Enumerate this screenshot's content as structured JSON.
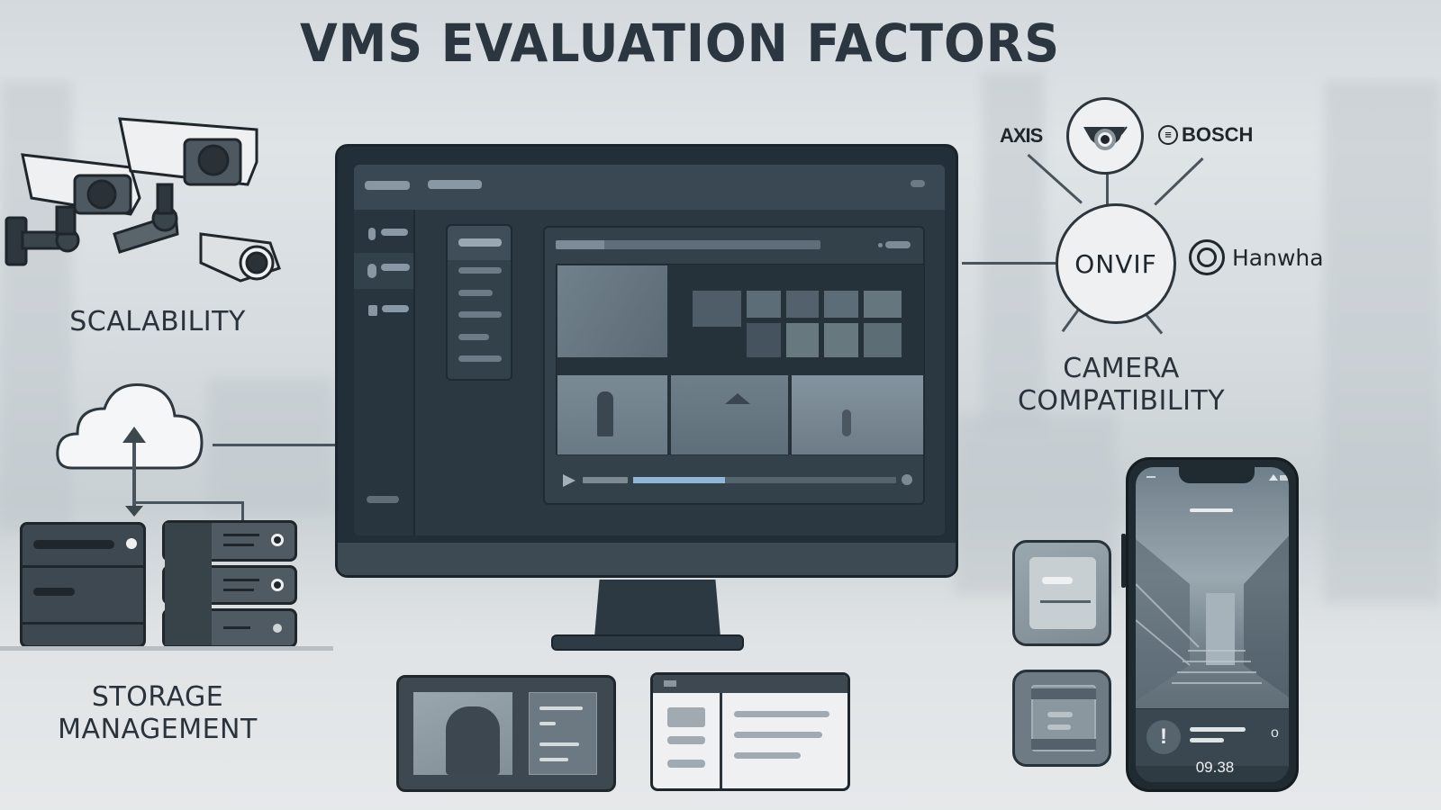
{
  "title": "VMS EVALUATION FACTORS",
  "sections": {
    "scalability": {
      "label": "SCALABILITY",
      "icon": "cctv-cameras-icon"
    },
    "storage": {
      "label_line1": "STORAGE",
      "label_line2": "MANAGEMENT",
      "icon": "cloud-upload-icon"
    },
    "compatibility": {
      "label_line1": "CAMERA",
      "label_line2": "COMPATIBILITY",
      "hub": "ONVIF"
    }
  },
  "brands": {
    "axis": "AXIS",
    "bosch": "BOSCH",
    "hanwha": "Hanwha",
    "onvif": "ONVIF"
  },
  "phone": {
    "time": "09.38",
    "alert_icon": "!",
    "alert_status": "o"
  },
  "player": {
    "progress_percent": 35,
    "accent_color": "#8fb8d8"
  },
  "colors": {
    "dark": "#2c3640",
    "background": "#d6dcdf"
  }
}
